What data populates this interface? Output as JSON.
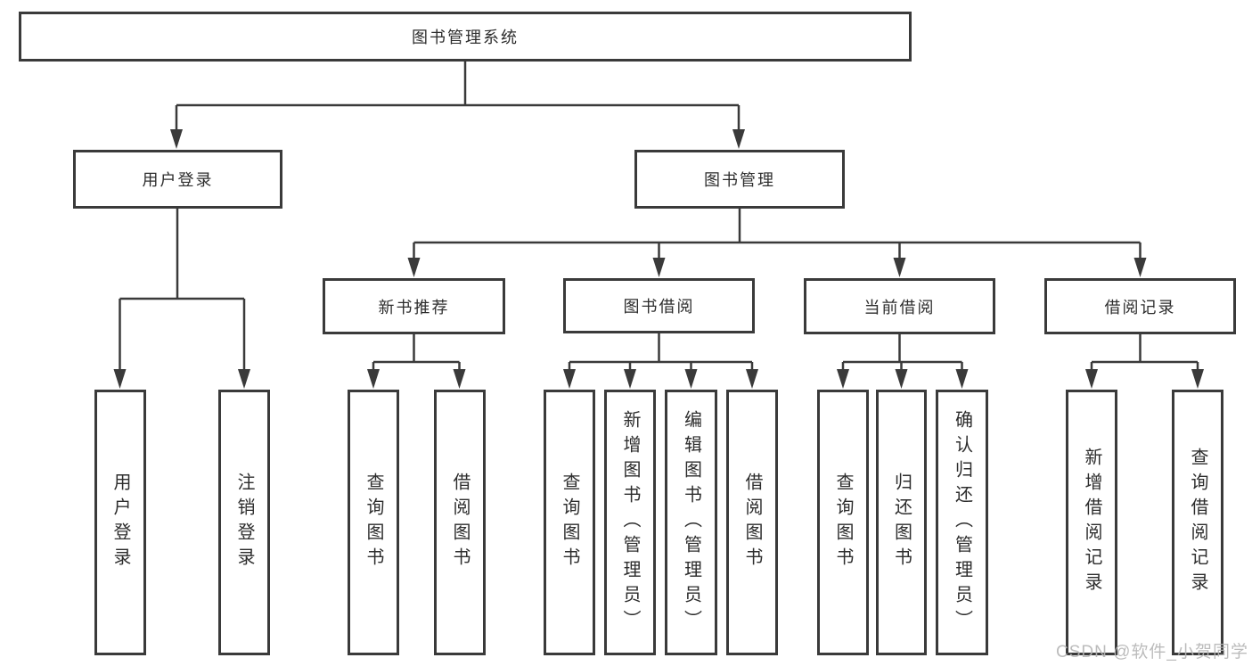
{
  "diagram": {
    "title": "图书管理系统",
    "watermark": "CSDN @软件_小贺同学",
    "colors": {
      "line": "#3a3a3a",
      "text": "#2d2d2d",
      "box_bg": "#ffffff",
      "watermark": "#b5b5b5",
      "background": "#ffffff"
    },
    "nodes": {
      "root": {
        "label": "图书管理系统"
      },
      "user_login": {
        "label": "用户登录"
      },
      "book_mgmt": {
        "label": "图书管理"
      },
      "new_book_rec": {
        "label": "新书推荐"
      },
      "book_borrow": {
        "label": "图书借阅"
      },
      "current_borrow": {
        "label": "当前借阅"
      },
      "borrow_records": {
        "label": "借阅记录"
      },
      "leaf_user_login": {
        "label": "用户登录"
      },
      "leaf_logout": {
        "label": "注销登录"
      },
      "leaf_query_book_1": {
        "label": "查询图书"
      },
      "leaf_borrow_book_1": {
        "label": "借阅图书"
      },
      "leaf_query_book_2": {
        "label": "查询图书"
      },
      "leaf_add_book": {
        "label": "新增图书（管理员）"
      },
      "leaf_edit_book": {
        "label": "编辑图书（管理员）"
      },
      "leaf_borrow_book_2": {
        "label": "借阅图书"
      },
      "leaf_query_book_3": {
        "label": "查询图书"
      },
      "leaf_return_book": {
        "label": "归还图书"
      },
      "leaf_confirm_return": {
        "label": "确认归还（管理员）"
      },
      "leaf_add_record": {
        "label": "新增借阅记录"
      },
      "leaf_query_record": {
        "label": "查询借阅记录"
      }
    },
    "hierarchy": {
      "root": [
        "user_login",
        "book_mgmt"
      ],
      "user_login": [
        "leaf_user_login",
        "leaf_logout"
      ],
      "book_mgmt": [
        "new_book_rec",
        "book_borrow",
        "current_borrow",
        "borrow_records"
      ],
      "new_book_rec": [
        "leaf_query_book_1",
        "leaf_borrow_book_1"
      ],
      "book_borrow": [
        "leaf_query_book_2",
        "leaf_add_book",
        "leaf_edit_book",
        "leaf_borrow_book_2"
      ],
      "current_borrow": [
        "leaf_query_book_3",
        "leaf_return_book",
        "leaf_confirm_return"
      ],
      "borrow_records": [
        "leaf_add_record",
        "leaf_query_record"
      ]
    }
  }
}
